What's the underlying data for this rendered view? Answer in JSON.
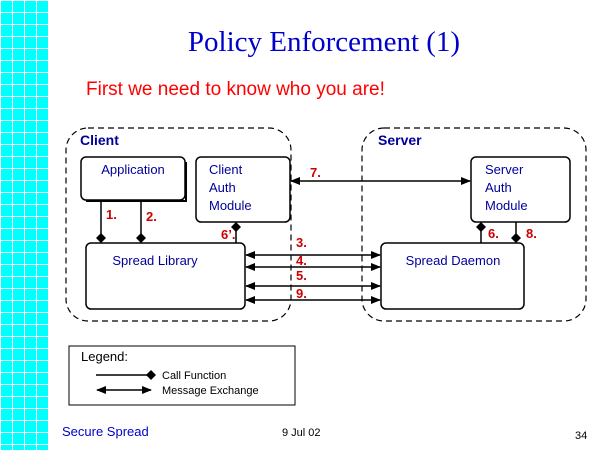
{
  "title": "Policy Enforcement (1)",
  "subtitle": "First we need to know who you are!",
  "client_group": {
    "label": "Client"
  },
  "server_group": {
    "label": "Server"
  },
  "boxes": {
    "application": "Application",
    "client_auth": [
      "Client",
      "Auth",
      "Module"
    ],
    "spread_library": "Spread Library",
    "server_auth": [
      "Server",
      "Auth",
      "Module"
    ],
    "spread_daemon": "Spread Daemon"
  },
  "steps": {
    "s1": "1.",
    "s2": "2.",
    "s3": "3.",
    "s4": "4.",
    "s5": "5.",
    "s6": "6.",
    "s6p": "6’.",
    "s7": "7.",
    "s8": "8.",
    "s9": "9."
  },
  "legend": {
    "title": "Legend:",
    "call": "Call Function",
    "message": "Message Exchange"
  },
  "footer": {
    "left": "Secure Spread",
    "date": "9 Jul 02",
    "page": "34"
  },
  "colors": {
    "title": "#0000cc",
    "subtitle": "#ff0000",
    "step_labels": "#cc0000",
    "group_labels": "#000099",
    "box_text": "#000099",
    "grid": "#00ffff"
  }
}
